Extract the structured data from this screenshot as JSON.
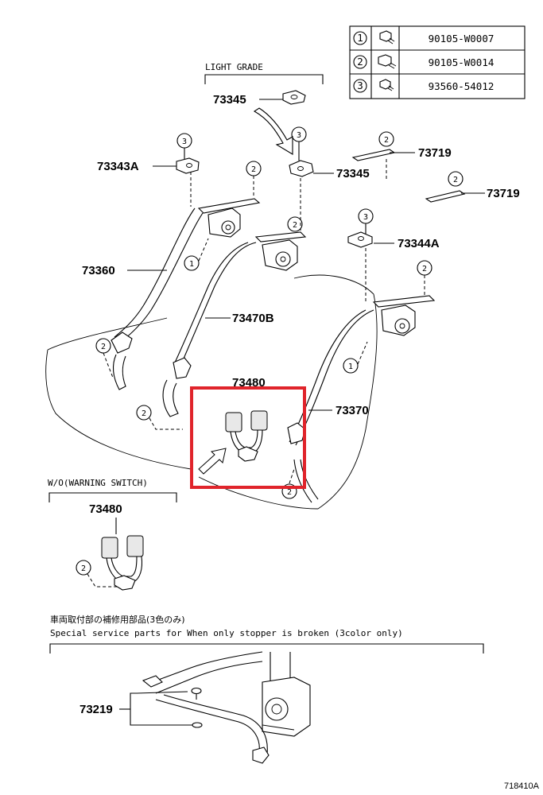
{
  "fastener_table": [
    {
      "index": "1",
      "part_no": "90105-W0007"
    },
    {
      "index": "2",
      "part_no": "90105-W0014"
    },
    {
      "index": "3",
      "part_no": "93560-54012"
    }
  ],
  "notes": {
    "light_grade": "LIGHT GRADE",
    "wo_warning_switch": "W/O(WARNING SWITCH)",
    "special_jp": "車両取付部の補修用部品(3色のみ)",
    "special_en": "Special  service  parts  for  When  only  stopper  is  broken  (3color  only)",
    "diagram_id": "718410A"
  },
  "part_labels": {
    "p73345_top": "73345",
    "p73345_mid": "73345",
    "p73343A": "73343A",
    "p73719_a": "73719",
    "p73719_b": "73719",
    "p73344A": "73344A",
    "p73360": "73360",
    "p73470B": "73470B",
    "p73480_main": "73480",
    "p73370": "73370",
    "p73480_wo": "73480",
    "p73219": "73219"
  },
  "callouts": {
    "c1": "1",
    "c2": "2",
    "c3": "3"
  },
  "highlight": {
    "color": "#e0242b",
    "target": "73480"
  }
}
